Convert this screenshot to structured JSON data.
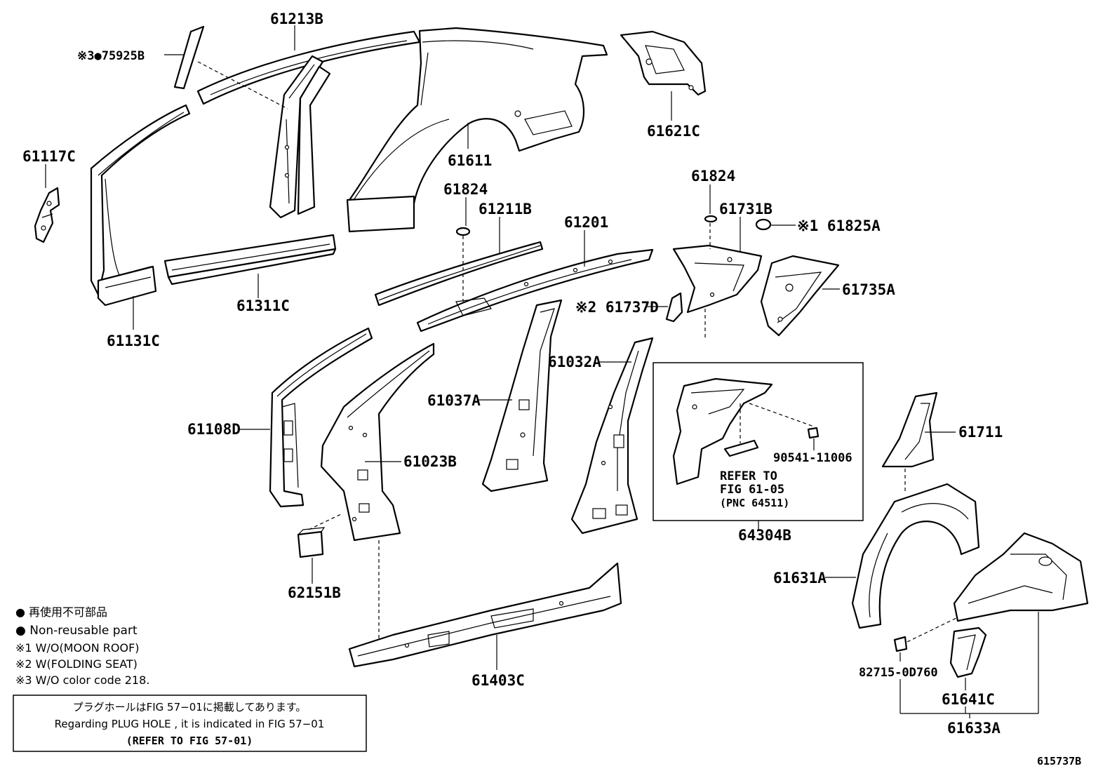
{
  "labels": {
    "p75925b": "※3●75925B",
    "p61213b": "61213B",
    "p61611": "61611",
    "p61621c": "61621C",
    "p61117c": "61117C",
    "p61311c": "61311C",
    "p61131c": "61131C",
    "p61824a": "61824",
    "p61211b": "61211B",
    "p61201": "61201",
    "p61824b": "61824",
    "p61731b": "61731B",
    "p61825a": "※1 61825A",
    "p61735a": "61735A",
    "p61737d": "※2 61737D",
    "p61032a": "61032A",
    "p61037a": "61037A",
    "p61108d": "61108D",
    "p61023b": "61023B",
    "p62151b": "62151B",
    "p90541": "90541-11006",
    "p64304b": "64304B",
    "p61711": "61711",
    "p61631a": "61631A",
    "p61403c": "61403C",
    "p82715": "82715-0D760",
    "p61641c": "61641C",
    "p61633a": "61633A"
  },
  "refer_box": {
    "line1": "REFER TO",
    "line2": "FIG 61-05",
    "line3": "(PNC 64511)"
  },
  "legend": {
    "jp_nonreusable": "● 再使用不可部品",
    "en_nonreusable": "● Non-reusable part",
    "note1": "※1 W/O(MOON ROOF)",
    "note2": "※2 W(FOLDING SEAT)",
    "note3": "※3 W/O color code 218."
  },
  "plug_hole_note": {
    "jp": "プラグホールはFIG 57−01に掲載してあります。",
    "en": "Regarding PLUG HOLE , it is indicated in FIG 57−01",
    "ref": "(REFER TO FIG 57-01)"
  },
  "figure_id": "615737B"
}
